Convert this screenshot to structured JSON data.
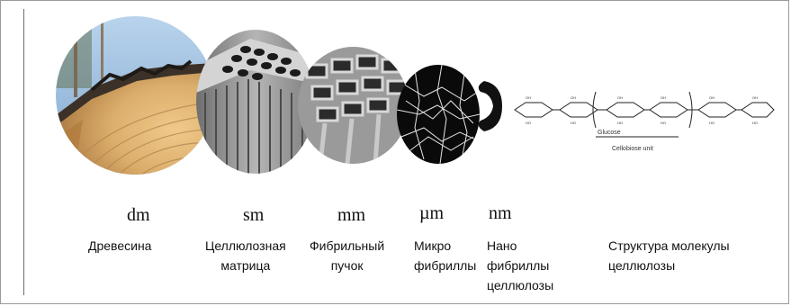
{
  "stages": [
    {
      "scale": "dm",
      "label": "Древесина"
    },
    {
      "scale": "sm",
      "label": "Целлюлозная\nматрица"
    },
    {
      "scale": "mm",
      "label": "Фибрильный\nпучок"
    },
    {
      "scale": "µm",
      "label": "Микро\nфибриллы"
    },
    {
      "scale": "nm",
      "label": "Нано\nфибриллы\nцеллюлозы"
    },
    {
      "scale": "",
      "label": "Структура молекулы\nцеллюлозы"
    }
  ],
  "molecule": {
    "glucose_label": "Glucose",
    "cellobiose_label": "Cellobiose unit"
  },
  "colors": {
    "wood_light": "#e3b977",
    "wood_dark": "#9c6b35",
    "sky": "#9cc0e0",
    "sem_gray": "#8e8e8e",
    "micro_black": "#0a0a0a",
    "line": "#6d6d6d"
  }
}
